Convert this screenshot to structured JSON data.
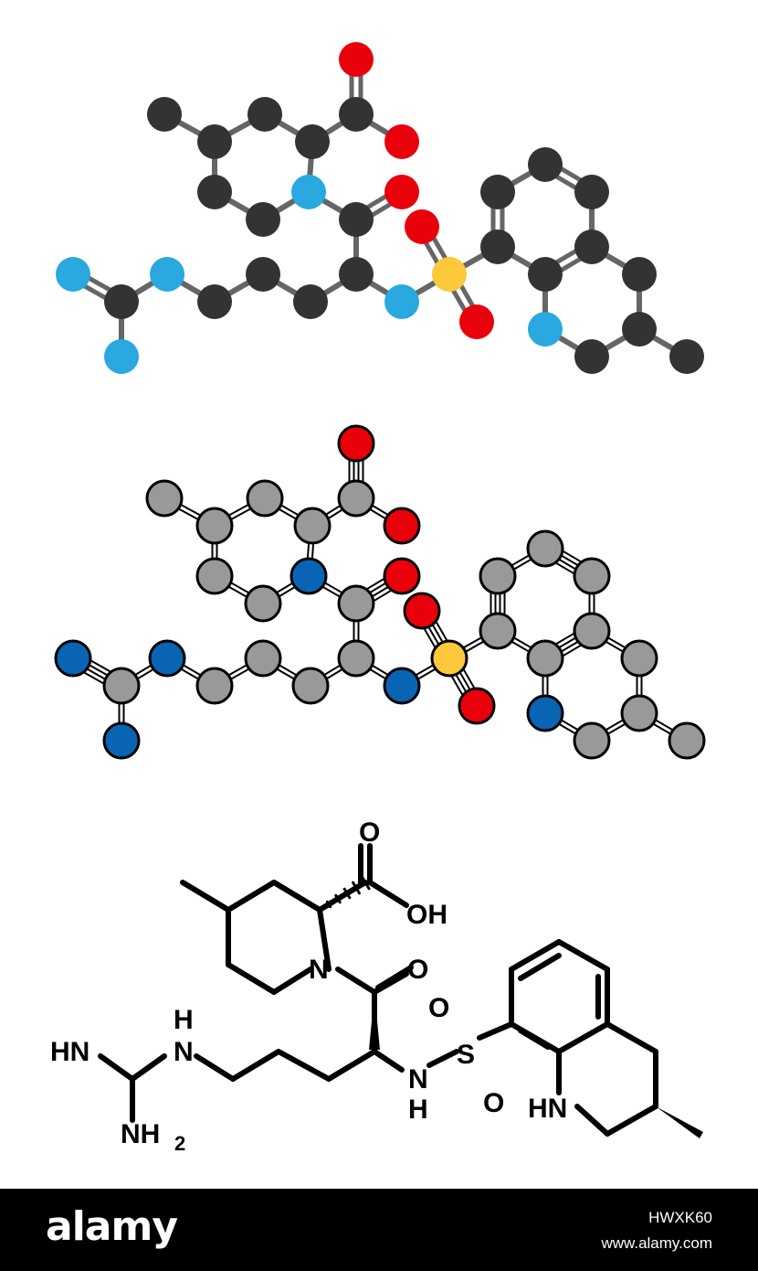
{
  "colors": {
    "carbon_dark": "#333333",
    "carbon_flat": "#999999",
    "nitrogen_light": "#2aa8e0",
    "nitrogen_flat": "#0a64b4",
    "oxygen": "#e8000b",
    "sulfur": "#fcc93a",
    "outline": "#000000",
    "footer_bg": "#000000"
  },
  "icons": [
    "ball-and-stick-model",
    "flat-ball-model",
    "skeletal-formula"
  ],
  "labels": {
    "carbonyl_o": "O",
    "acid_oh": "OH",
    "ring_n": "N",
    "amide_o": "O",
    "sulfonyl_o1": "O",
    "sulfonyl_o2": "O",
    "sulfur": "S",
    "sulfonamide_n": "N",
    "sulfonamide_h": "H",
    "guanidine_nh": "N",
    "guanidine_nh_h": "H",
    "imine": "HN",
    "amine": "NH",
    "amine_sub": "2",
    "ring_nh": "HN"
  },
  "footer": {
    "logo": "alamy",
    "image_id": "HWXK60",
    "site": "www.alamy.com"
  }
}
